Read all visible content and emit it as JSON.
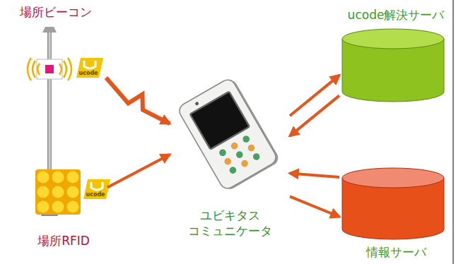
{
  "diagram": {
    "nodes": [
      {
        "text": [
          "場所ビーコン"
        ]
      },
      {
        "text": [
          "ucode解決サーバ"
        ]
      },
      {
        "text": [
          "ユビキタス コミュニケータ"
        ]
      },
      {
        "text": [
          "場所RFID"
        ]
      },
      {
        "text": [
          "情報サーバ"
        ]
      }
    ],
    "edges": [
      {
        "from": 0,
        "to": 2,
        "arrow": "to"
      },
      {
        "from": 2,
        "to": 1,
        "arrow": "to"
      },
      {
        "from": 1,
        "to": 2,
        "arrow": "to"
      },
      {
        "from": 3,
        "to": 2,
        "arrow": "to"
      },
      {
        "from": 4,
        "to": 2,
        "arrow": "to"
      },
      {
        "from": 2,
        "to": 4,
        "arrow": "to"
      }
    ],
    "labels": [
      "ucode",
      "ucode"
    ]
  }
}
